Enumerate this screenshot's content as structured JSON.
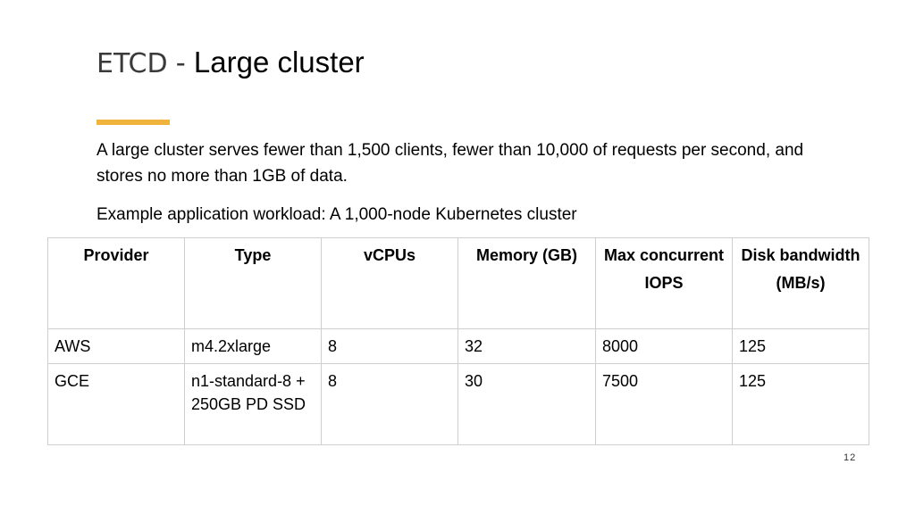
{
  "title": {
    "part1": "ETCD",
    "separator": " - ",
    "part2": "Large cluster"
  },
  "intro": "A large cluster serves fewer than 1,500 clients, fewer than 10,000 of requests per second, and stores no more than 1GB of data.",
  "example": "Example application workload: A 1,000-node Kubernetes cluster",
  "table": {
    "headers": [
      "Provider",
      "Type",
      "vCPUs",
      "Memory (GB)",
      "Max concurrent IOPS",
      "Disk bandwidth (MB/s)"
    ],
    "rows": [
      [
        "AWS",
        "m4.2xlarge",
        "8",
        "32",
        "8000",
        "125"
      ],
      [
        "GCE",
        "n1-standard-8 + 250GB PD SSD",
        "8",
        "30",
        "7500",
        "125"
      ]
    ]
  },
  "page_number": "12",
  "colors": {
    "accent": "#f0b33b",
    "grid": "#cfcfcf",
    "title_grey": "#3a3a3a"
  }
}
